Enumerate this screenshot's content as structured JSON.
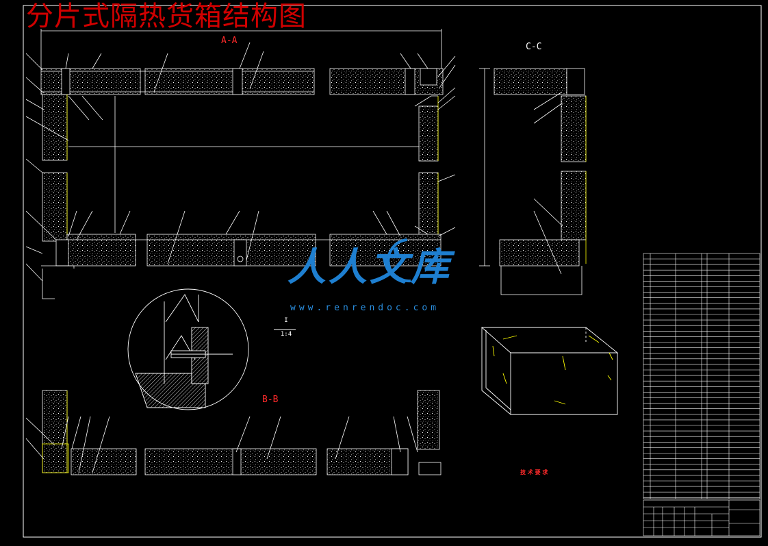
{
  "drawing": {
    "title": "分片式隔热货箱结构图",
    "section_aa": "A-A",
    "section_cc": "C-C",
    "section_bb": "B-B",
    "detail_label_top": "I",
    "detail_label_bottom": "1:4"
  },
  "technical_requirements": {
    "heading": "技 术 要 求"
  },
  "watermark": {
    "text": "人人文库",
    "url": "www.renrendoc.com"
  },
  "colors": {
    "background": "#000000",
    "linework": "#ffffff",
    "insulation_outline": "#ffff00",
    "title_red": "#d00000",
    "watermark_blue": "#1e7fd0"
  }
}
